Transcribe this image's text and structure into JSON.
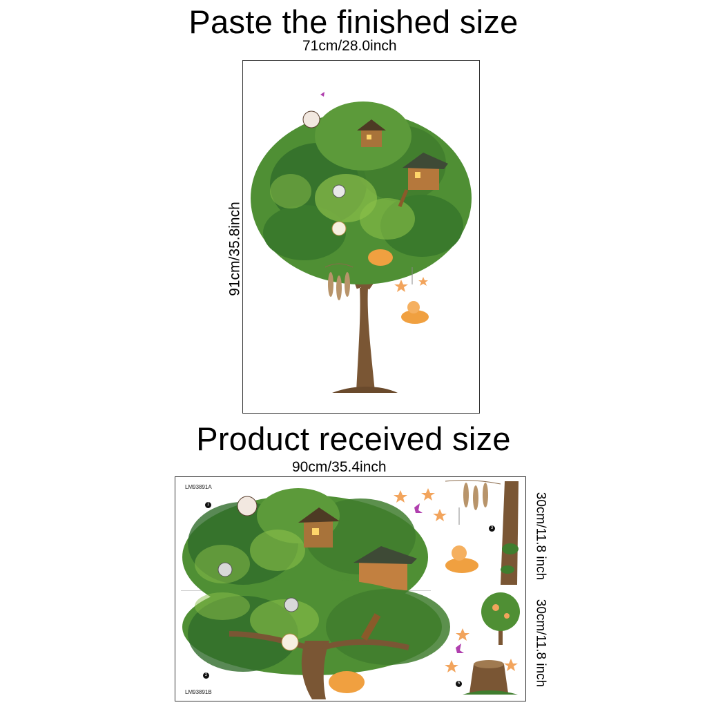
{
  "finished": {
    "title": "Paste the finished size",
    "width_label": "71cm/28.0inch",
    "height_label": "91cm/35.8inch"
  },
  "received": {
    "title": "Product received size",
    "width_label": "90cm/35.4inch",
    "sheet_a_height_label": "30cm/11.8 inch",
    "sheet_b_height_label": "30cm/11.8 inch",
    "sheet_a_code": "LM93891A",
    "sheet_b_code": "LM93891B",
    "piece_numbers": [
      "1",
      "3",
      "2",
      "5"
    ]
  },
  "colors": {
    "leaf_dark": "#2f6b2a",
    "leaf_mid": "#4f8f34",
    "leaf_light": "#8bbf4a",
    "trunk": "#7a5634",
    "house": "#a8733a",
    "moon": "#9b6fb0",
    "star": "#f2a45c",
    "cat_orange": "#f0a040",
    "butterfly": "#b03fae"
  },
  "icons": [
    "tree-illustration",
    "treehouse-icon",
    "cat-icon",
    "moon-swing-icon",
    "star-icon",
    "butterfly-icon",
    "dreamcatcher-icon",
    "tree-stump-icon",
    "small-tree-icon"
  ]
}
